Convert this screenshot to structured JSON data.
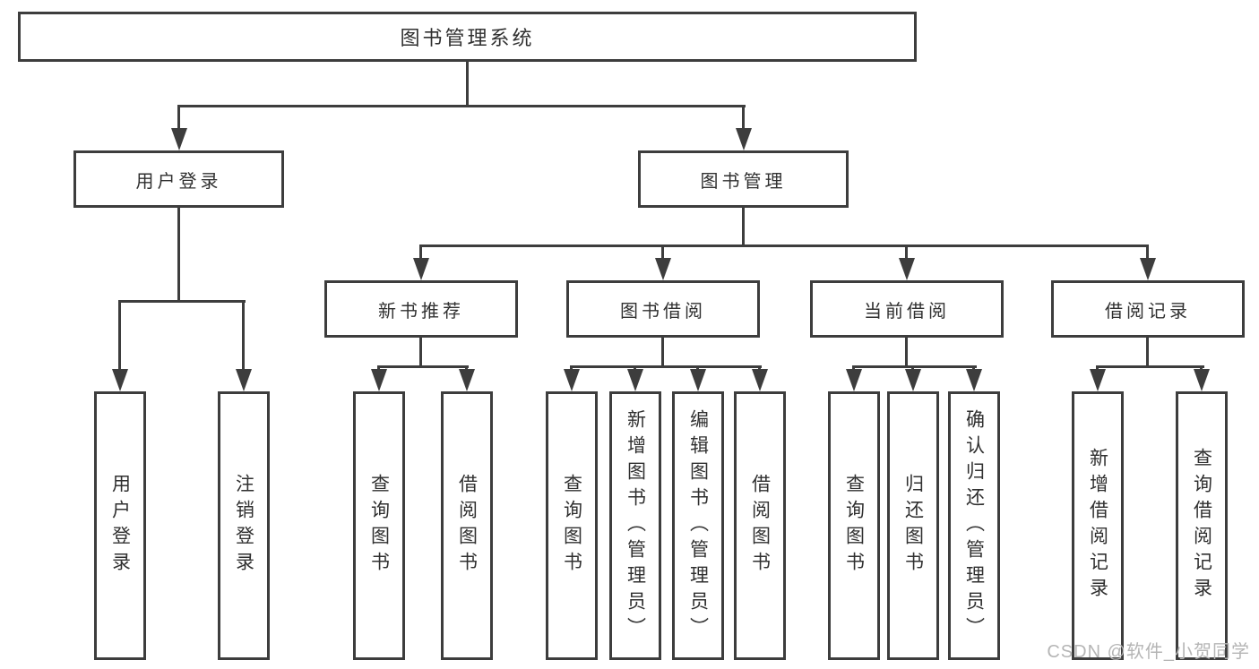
{
  "diagram": {
    "tree": {
      "label": "图书管理系统",
      "children": [
        {
          "label": "用户登录",
          "children": [
            {
              "label": "用户登录"
            },
            {
              "label": "注销登录"
            }
          ]
        },
        {
          "label": "图书管理",
          "children": [
            {
              "label": "新书推荐",
              "children": [
                {
                  "label": "查询图书"
                },
                {
                  "label": "借阅图书"
                }
              ]
            },
            {
              "label": "图书借阅",
              "children": [
                {
                  "label": "查询图书"
                },
                {
                  "label": "新增图书（管理员）"
                },
                {
                  "label": "编辑图书（管理员）"
                },
                {
                  "label": "借阅图书"
                }
              ]
            },
            {
              "label": "当前借阅",
              "children": [
                {
                  "label": "查询图书"
                },
                {
                  "label": "归还图书"
                },
                {
                  "label": "确认归还（管理员）"
                }
              ]
            },
            {
              "label": "借阅记录",
              "children": [
                {
                  "label": "新增借阅记录"
                },
                {
                  "label": "查询借阅记录"
                }
              ]
            }
          ]
        }
      ]
    },
    "watermark": "CSDN @软件_小贺同学",
    "colors": {
      "line": "#3d3d3d",
      "text": "#303030",
      "background": "#ffffff",
      "watermark": "#b5b5b5"
    }
  }
}
